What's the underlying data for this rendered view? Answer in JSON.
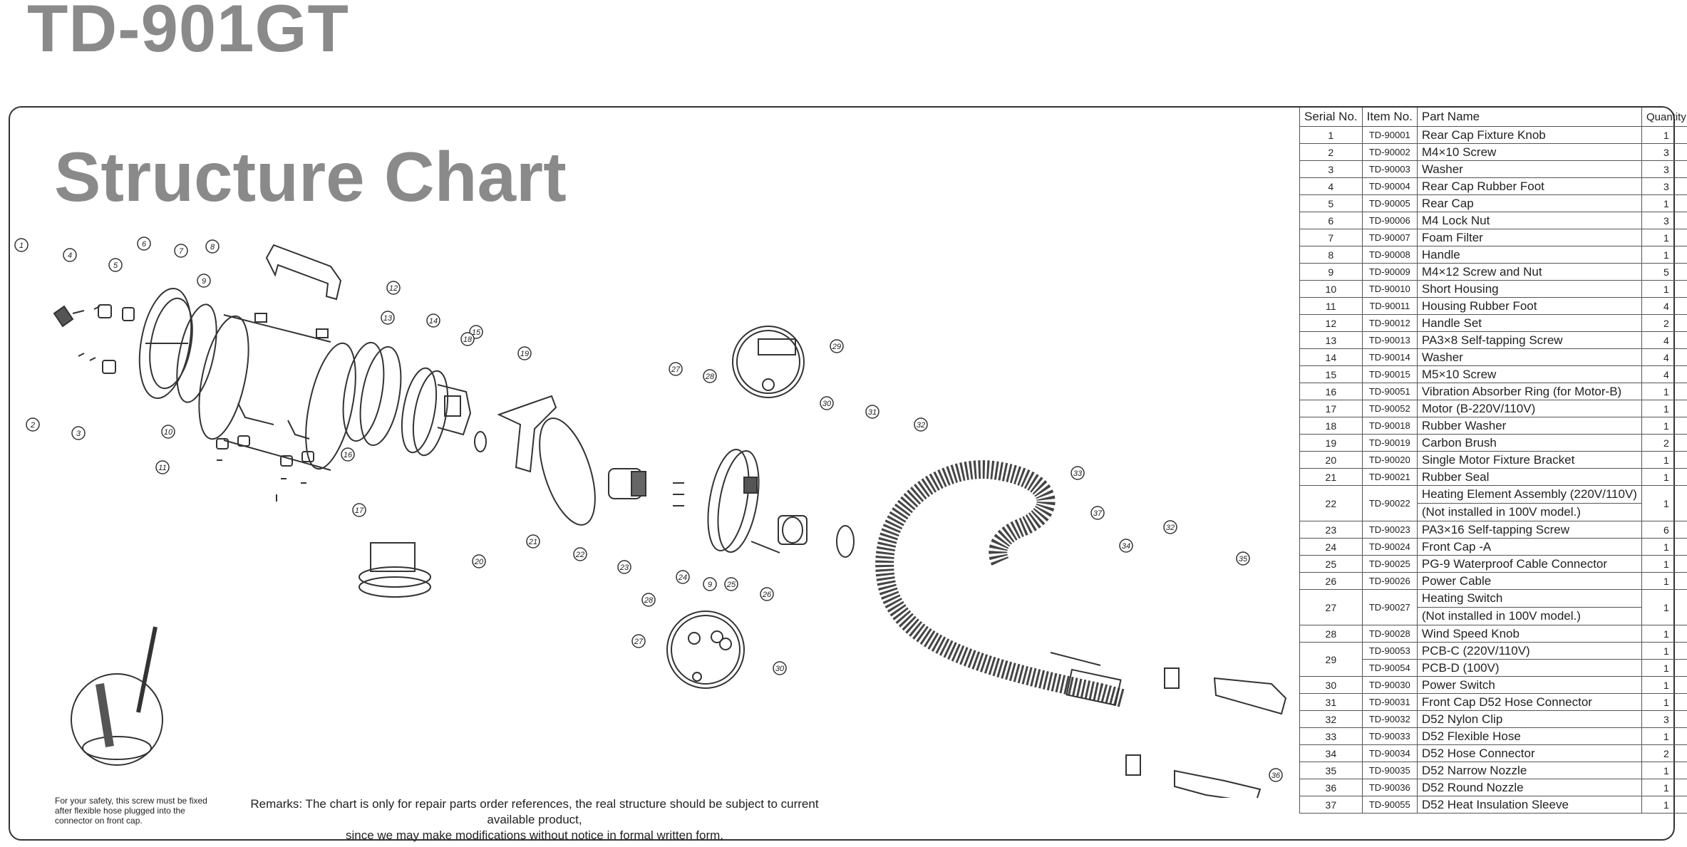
{
  "model_title": "TD-901GT",
  "chart_title": "Structure Chart",
  "remarks_line1": "Remarks: The chart is only for repair parts order references, the real structure should be subject to current available product,",
  "remarks_line2": "since we may make modifications without notice in formal written form.",
  "safety_note": "For your safety, this screw must be fixed after flexible hose plugged into the connector on front cap.",
  "table": {
    "headers": {
      "serial": "Serial No.",
      "item": "Item No.",
      "name": "Part Name",
      "qty": "Quantity"
    },
    "rows": [
      {
        "serial": "1",
        "item": "TD-90001",
        "name": "Rear Cap Fixture Knob",
        "qty": "1"
      },
      {
        "serial": "2",
        "item": "TD-90002",
        "name": "M4×10 Screw",
        "qty": "3"
      },
      {
        "serial": "3",
        "item": "TD-90003",
        "name": "Washer",
        "qty": "3"
      },
      {
        "serial": "4",
        "item": "TD-90004",
        "name": "Rear Cap Rubber Foot",
        "qty": "3"
      },
      {
        "serial": "5",
        "item": "TD-90005",
        "name": "Rear Cap",
        "qty": "1"
      },
      {
        "serial": "6",
        "item": "TD-90006",
        "name": "M4 Lock Nut",
        "qty": "3"
      },
      {
        "serial": "7",
        "item": "TD-90007",
        "name": "Foam Filter",
        "qty": "1"
      },
      {
        "serial": "8",
        "item": "TD-90008",
        "name": "Handle",
        "qty": "1"
      },
      {
        "serial": "9",
        "item": "TD-90009",
        "name": "M4×12 Screw and Nut",
        "qty": "5"
      },
      {
        "serial": "10",
        "item": "TD-90010",
        "name": "Short Housing",
        "qty": "1"
      },
      {
        "serial": "11",
        "item": "TD-90011",
        "name": "Housing Rubber Foot",
        "qty": "4"
      },
      {
        "serial": "12",
        "item": "TD-90012",
        "name": "Handle Set",
        "qty": "2"
      },
      {
        "serial": "13",
        "item": "TD-90013",
        "name": "PA3×8 Self-tapping Screw",
        "qty": "4"
      },
      {
        "serial": "14",
        "item": "TD-90014",
        "name": "Washer",
        "qty": "4"
      },
      {
        "serial": "15",
        "item": "TD-90015",
        "name": "M5×10 Screw",
        "qty": "4"
      },
      {
        "serial": "16",
        "item": "TD-90051",
        "name": "Vibration Absorber Ring (for Motor-B)",
        "qty": "1"
      },
      {
        "serial": "17",
        "item": "TD-90052",
        "name": "Motor (B-220V/110V)",
        "qty": "1"
      },
      {
        "serial": "18",
        "item": "TD-90018",
        "name": "Rubber Washer",
        "qty": "1"
      },
      {
        "serial": "19",
        "item": "TD-90019",
        "name": "Carbon Brush",
        "qty": "2"
      },
      {
        "serial": "20",
        "item": "TD-90020",
        "name": "Single Motor Fixture Bracket",
        "qty": "1"
      },
      {
        "serial": "21",
        "item": "TD-90021",
        "name": "Rubber Seal",
        "qty": "1"
      },
      {
        "serial": "22",
        "item": "TD-90022",
        "name": "Heating Element Assembly (220V/110V)",
        "name2": "(Not installed in 100V model.)",
        "qty": "1"
      },
      {
        "serial": "23",
        "item": "TD-90023",
        "name": "PA3×16 Self-tapping Screw",
        "qty": "6"
      },
      {
        "serial": "24",
        "item": "TD-90024",
        "name": "Front Cap -A",
        "qty": "1"
      },
      {
        "serial": "25",
        "item": "TD-90025",
        "name": "PG-9 Waterproof Cable Connector",
        "qty": "1"
      },
      {
        "serial": "26",
        "item": "TD-90026",
        "name": "Power Cable",
        "qty": "1"
      },
      {
        "serial": "27",
        "item": "TD-90027",
        "name": "Heating Switch",
        "name2": "(Not installed in 100V model.)",
        "qty": "1"
      },
      {
        "serial": "28",
        "item": "TD-90028",
        "name": "Wind Speed Knob",
        "qty": "1"
      },
      {
        "serial": "29",
        "item": "TD-90053",
        "name": "PCB-C  (220V/110V)",
        "qty": "1",
        "item_b": "TD-90054",
        "name_b": "PCB-D  (100V)",
        "qty_b": "1"
      },
      {
        "serial": "30",
        "item": "TD-90030",
        "name": "Power Switch",
        "qty": "1"
      },
      {
        "serial": "31",
        "item": "TD-90031",
        "name": "Front Cap D52 Hose Connector",
        "qty": "1"
      },
      {
        "serial": "32",
        "item": "TD-90032",
        "name": "D52 Nylon Clip",
        "qty": "3"
      },
      {
        "serial": "33",
        "item": "TD-90033",
        "name": "D52 Flexible Hose",
        "qty": "1"
      },
      {
        "serial": "34",
        "item": "TD-90034",
        "name": "D52 Hose Connector",
        "qty": "2"
      },
      {
        "serial": "35",
        "item": "TD-90035",
        "name": "D52 Narrow Nozzle",
        "qty": "1"
      },
      {
        "serial": "36",
        "item": "TD-90036",
        "name": "D52 Round Nozzle",
        "qty": "1"
      },
      {
        "serial": "37",
        "item": "TD-90055",
        "name": "D52 Heat Insulation Sleeve",
        "qty": "1"
      }
    ]
  },
  "callouts": [
    "1",
    "2",
    "3",
    "4",
    "5",
    "6",
    "7",
    "8",
    "9",
    "10",
    "11",
    "12",
    "13",
    "14",
    "15",
    "16",
    "17",
    "18",
    "19",
    "20",
    "21",
    "22",
    "23",
    "24",
    "9",
    "25",
    "26",
    "27",
    "28",
    "30",
    "31",
    "32",
    "29",
    "28",
    "27",
    "30",
    "33",
    "37",
    "34",
    "32",
    "35",
    "36"
  ]
}
